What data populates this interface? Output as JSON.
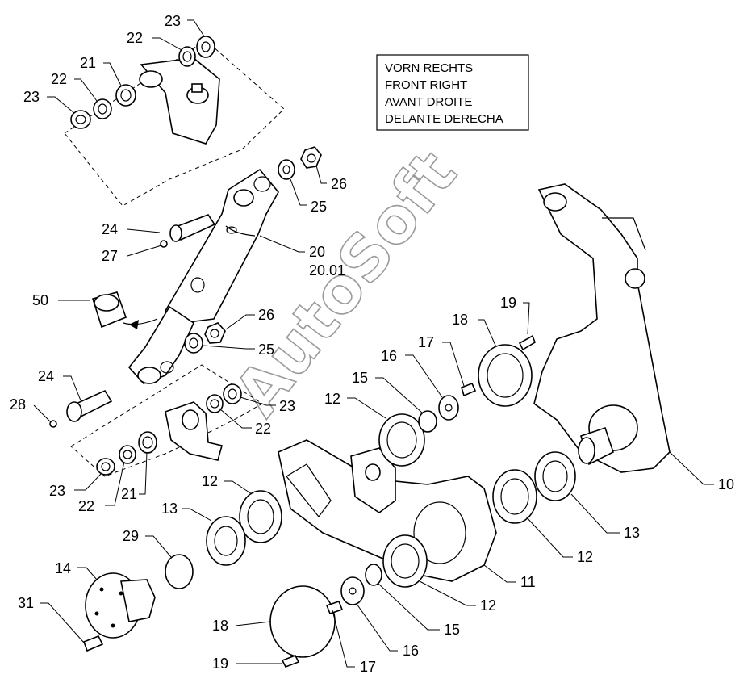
{
  "caption_box": {
    "lines": [
      "VORN RECHTS",
      "FRONT RIGHT",
      "AVANT DROITE",
      "DELANTE DERECHA"
    ]
  },
  "watermark": "AutoSoft",
  "callouts": [
    {
      "id": "c23a",
      "text": "23"
    },
    {
      "id": "c22a",
      "text": "22"
    },
    {
      "id": "c21a",
      "text": "21"
    },
    {
      "id": "c22b",
      "text": "22"
    },
    {
      "id": "c23b",
      "text": "23"
    },
    {
      "id": "c26a",
      "text": "26"
    },
    {
      "id": "c25a",
      "text": "25"
    },
    {
      "id": "c24a",
      "text": "24"
    },
    {
      "id": "c27",
      "text": "27"
    },
    {
      "id": "c20",
      "text": "20"
    },
    {
      "id": "c2001",
      "text": "20.01"
    },
    {
      "id": "c50",
      "text": "50"
    },
    {
      "id": "c26b",
      "text": "26"
    },
    {
      "id": "c25b",
      "text": "25"
    },
    {
      "id": "c24b",
      "text": "24"
    },
    {
      "id": "c28",
      "text": "28"
    },
    {
      "id": "c23c",
      "text": "23"
    },
    {
      "id": "c22c",
      "text": "22"
    },
    {
      "id": "c23d",
      "text": "23"
    },
    {
      "id": "c22d",
      "text": "22"
    },
    {
      "id": "c21b",
      "text": "21"
    },
    {
      "id": "c19a",
      "text": "19"
    },
    {
      "id": "c18a",
      "text": "18"
    },
    {
      "id": "c17a",
      "text": "17"
    },
    {
      "id": "c16a",
      "text": "16"
    },
    {
      "id": "c15a",
      "text": "15"
    },
    {
      "id": "c12a",
      "text": "12"
    },
    {
      "id": "c12b",
      "text": "12"
    },
    {
      "id": "c13a",
      "text": "13"
    },
    {
      "id": "c29",
      "text": "29"
    },
    {
      "id": "c14",
      "text": "14"
    },
    {
      "id": "c31",
      "text": "31"
    },
    {
      "id": "c18b",
      "text": "18"
    },
    {
      "id": "c19b",
      "text": "19"
    },
    {
      "id": "c17b",
      "text": "17"
    },
    {
      "id": "c16b",
      "text": "16"
    },
    {
      "id": "c15b",
      "text": "15"
    },
    {
      "id": "c12c",
      "text": "12"
    },
    {
      "id": "c11",
      "text": "11"
    },
    {
      "id": "c12d",
      "text": "12"
    },
    {
      "id": "c13b",
      "text": "13"
    },
    {
      "id": "c10",
      "text": "10"
    }
  ]
}
